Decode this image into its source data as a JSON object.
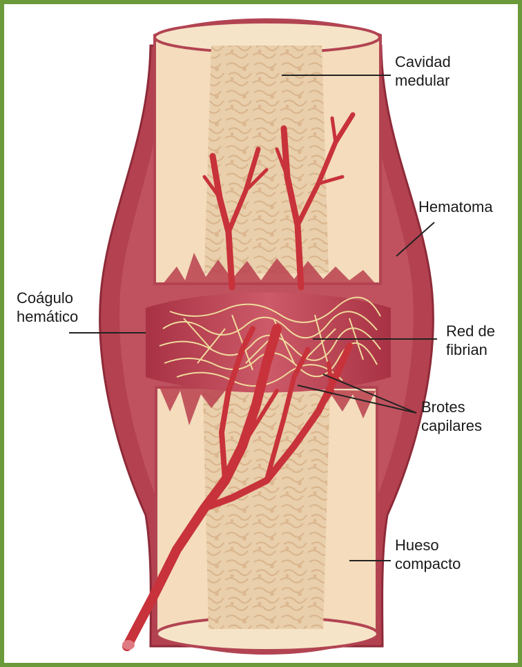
{
  "colors": {
    "frame": "#6a9a3a",
    "bone_outer": "#b8404e",
    "bone_inner": "#f6e0c0",
    "marrow": "#e8cba6",
    "hematoma": "#c24a5a",
    "vessel": "#c8323a",
    "fibrin": "#f4e8a8"
  },
  "labels": {
    "cavidad": {
      "line1": "Cavidad",
      "line2": "medular"
    },
    "hematoma": {
      "line1": "Hematoma"
    },
    "coagulo": {
      "line1": "Coágulo",
      "line2": "hemático"
    },
    "red": {
      "line1": "Red de",
      "line2": "fibrian"
    },
    "brotes": {
      "line1": "Brotes",
      "line2": "capilares"
    },
    "hueso": {
      "line1": "Hueso",
      "line2": "compacto"
    }
  }
}
